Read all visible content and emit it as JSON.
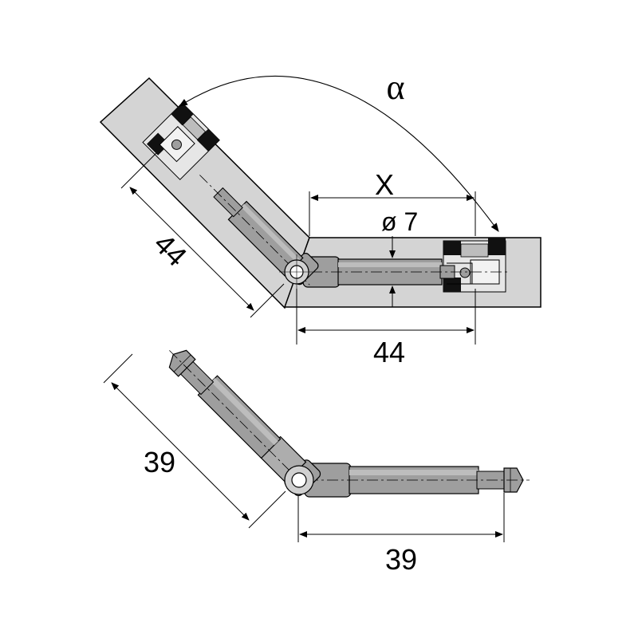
{
  "labels": {
    "angle": "α",
    "offset": "X",
    "diameter": "ø 7",
    "upper_angled_length": "44",
    "upper_straight_length": "44",
    "lower_angled_length": "39",
    "lower_straight_length": "39"
  },
  "colors": {
    "panel": "#d4d4d4",
    "rod": "#9e9e9e",
    "rod_light": "#bdbdbd",
    "dark": "#111111",
    "line": "#000000"
  }
}
